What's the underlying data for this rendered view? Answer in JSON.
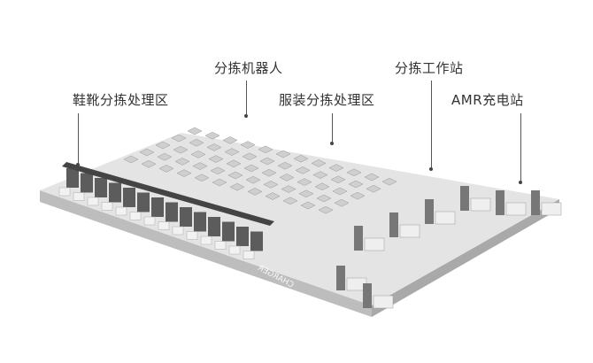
{
  "labels": {
    "shoe_zone": "鞋靴分拣处理区",
    "sorting_robot": "分拣机器人",
    "apparel_zone": "服装分拣处理区",
    "workstation": "分拣工作站",
    "amr_charging": "AMR充电站"
  },
  "floor_marking": "CHARGER",
  "colors": {
    "floor": "#e6e6e6",
    "floor_side": "#bdbdbd",
    "equipment": "#8a8a8a",
    "text": "#333333"
  }
}
